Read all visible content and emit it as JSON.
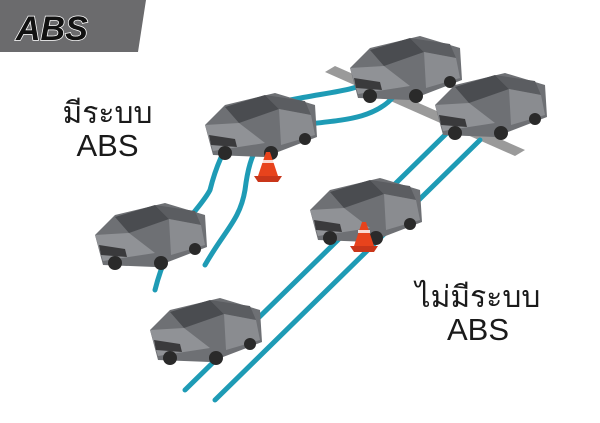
{
  "logo": {
    "text": "ABS",
    "bg_color": "#6b6b6d",
    "text_color": "#111111"
  },
  "label_with_abs": {
    "line1": "มีระบบ",
    "line2": "ABS"
  },
  "label_without_abs": {
    "line1": "ไม่มีระบบ",
    "line2": "ABS"
  },
  "colors": {
    "track": "#1e9bb5",
    "truck": "#7a7c80",
    "cone": "#e8431c",
    "stop_line": "#9a9a9a"
  },
  "scene": {
    "abs_path": {
      "description": "Truck swerves around cone and continues",
      "trucks": 3,
      "cone": "avoided"
    },
    "no_abs_path": {
      "description": "Truck goes straight and hits cone",
      "trucks": 3,
      "cone": "hit"
    }
  }
}
